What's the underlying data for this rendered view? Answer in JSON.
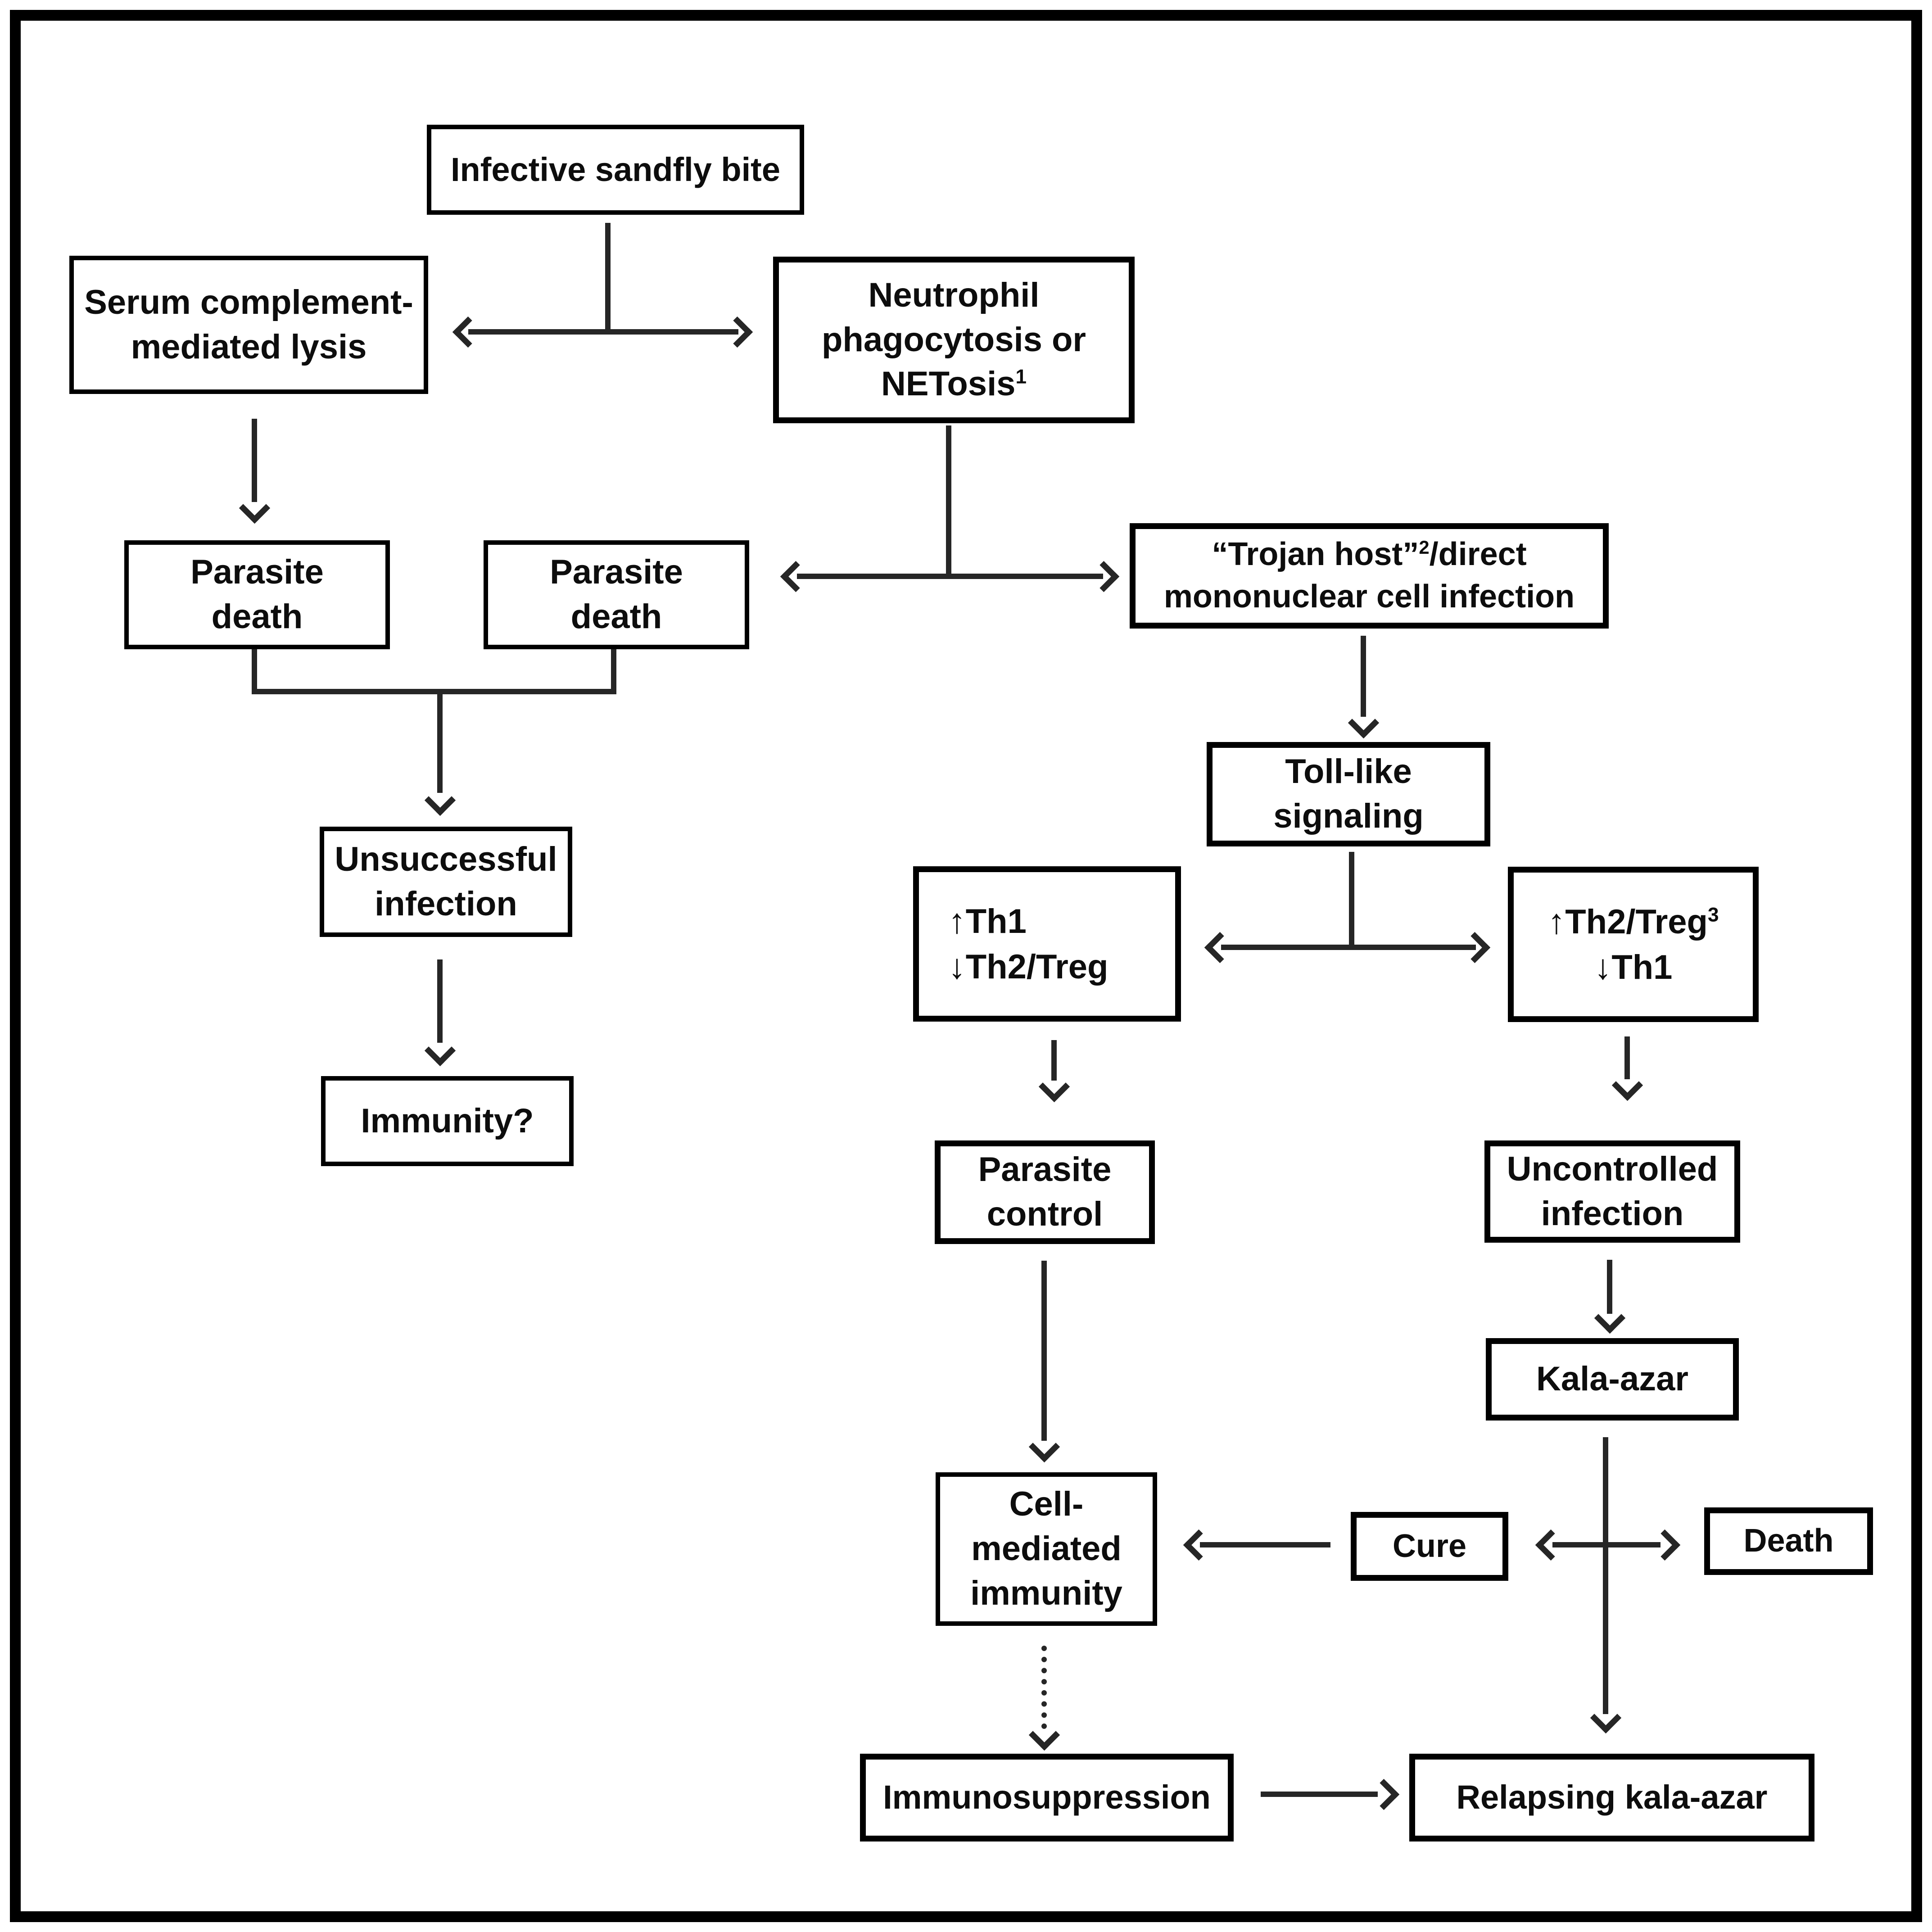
{
  "diagram": {
    "type": "flowchart",
    "colors": {
      "background": "#ffffff",
      "line": "#262626",
      "box_border": "#000000",
      "text": "#0d0d0d"
    },
    "boxes": {
      "infective": {
        "label": "Infective sandfly bite"
      },
      "serum": {
        "line1": "Serum complement-",
        "line2": "mediated lysis"
      },
      "neutrophil": {
        "line1": "Neutrophil",
        "line2": "phagocytosis or",
        "line3": "NETosis",
        "line3_sup": "1"
      },
      "parasite_death_left": {
        "line1": "Parasite",
        "line2": "death"
      },
      "parasite_death_right": {
        "line1": "Parasite",
        "line2": "death"
      },
      "trojan": {
        "line1_pre": "“Trojan host”",
        "line1_sup": "2",
        "line1_post": "/direct",
        "line2": "mononuclear cell infection"
      },
      "unsuccessful": {
        "line1": "Unsuccessful",
        "line2": "infection"
      },
      "immunity": {
        "label": "Immunity?"
      },
      "toll": {
        "line1": "Toll-like",
        "line2": "signaling"
      },
      "th1": {
        "up_arrow": "↑",
        "up_label": "Th1",
        "down_arrow": "↓",
        "down_label": "Th2/Treg"
      },
      "th2": {
        "up_arrow": "↑",
        "up_label": "Th2/Treg",
        "up_sup": "3",
        "down_arrow": "↓",
        "down_label": "Th1"
      },
      "parasite_control": {
        "line1": "Parasite",
        "line2": "control"
      },
      "uncontrolled": {
        "line1": "Uncontrolled",
        "line2": "infection"
      },
      "kala": {
        "label": "Kala-azar"
      },
      "cmi": {
        "line1": "Cell-",
        "line2": "mediated",
        "line3": "immunity"
      },
      "cure": {
        "label": "Cure"
      },
      "death": {
        "label": "Death"
      },
      "immunosuppression": {
        "label": "Immunosuppression"
      },
      "relapsing": {
        "label": "Relapsing kala-azar"
      }
    }
  }
}
